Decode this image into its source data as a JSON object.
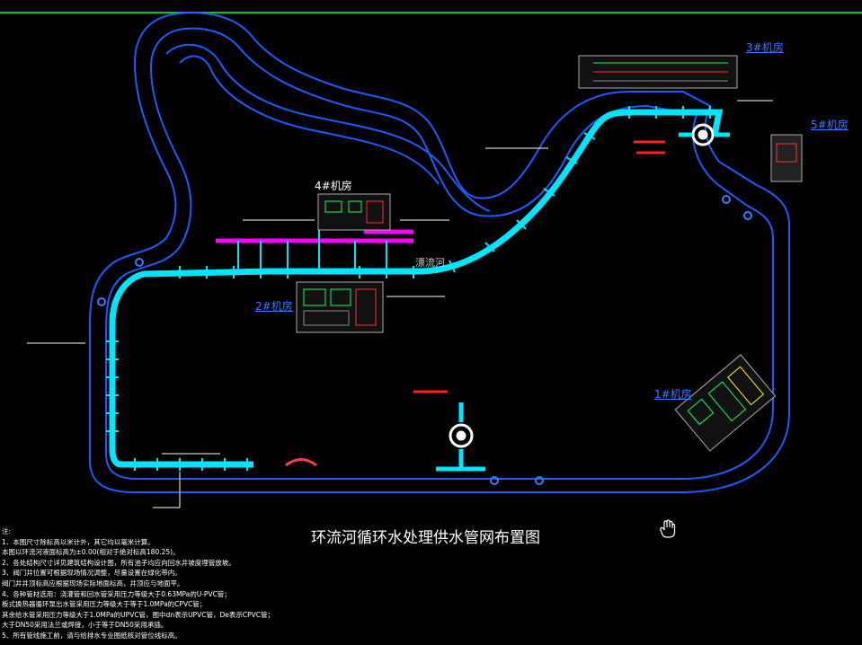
{
  "title": "环流河循环水处理供水管网布置图",
  "river_label": "漂流河",
  "rooms": {
    "r1": "1#机房",
    "r2": "2#机房",
    "r3": "3#机房",
    "r4": "4#机房",
    "r5": "5#机房"
  },
  "notes": {
    "heading": "注:",
    "lines": [
      "1、本图尺寸除标高以米计外，其它均以毫米计算。",
      "   本图以环流河液面标高为±0.00(相对于绝对标高180.25)。",
      "2、各处结构尺寸详见建筑结构设计图，所有池子均应向回水井坡度埋管放坡。",
      "3、阀门井位置可根据现场情况调整，尽量设置在绿化带内。",
      "   阀门井井顶标高应根据现场实际地面标高，井顶应与地面平。",
      "4、各种管材选用：浇灌管和回水管采用压力等级大于0.63MPa的U-PVC管；",
      "   板式换热器循环泵出水管采用压力等级大于等于1.0MPa的CPVC管；",
      "   其余给水管采用压力等级大于1.0MPa的UPVC管，图中dn表示UPVC管，De表示CPVC管；",
      "   大于DN50采用法兰或焊接，小于等于DN50采用承插。",
      "5、所有管线施工前，请与给排水专业图纸核对管位线标高。"
    ]
  },
  "colors": {
    "background": "#000000",
    "top_rule": "#00d000",
    "river_outline": "#1e5bff",
    "supply_pipe": "#00e5ff",
    "branch_pipe": "#ff00ff",
    "text": "#ffffff",
    "room_label": "#3b7cff"
  },
  "icons": [
    "hand-cursor-icon"
  ]
}
